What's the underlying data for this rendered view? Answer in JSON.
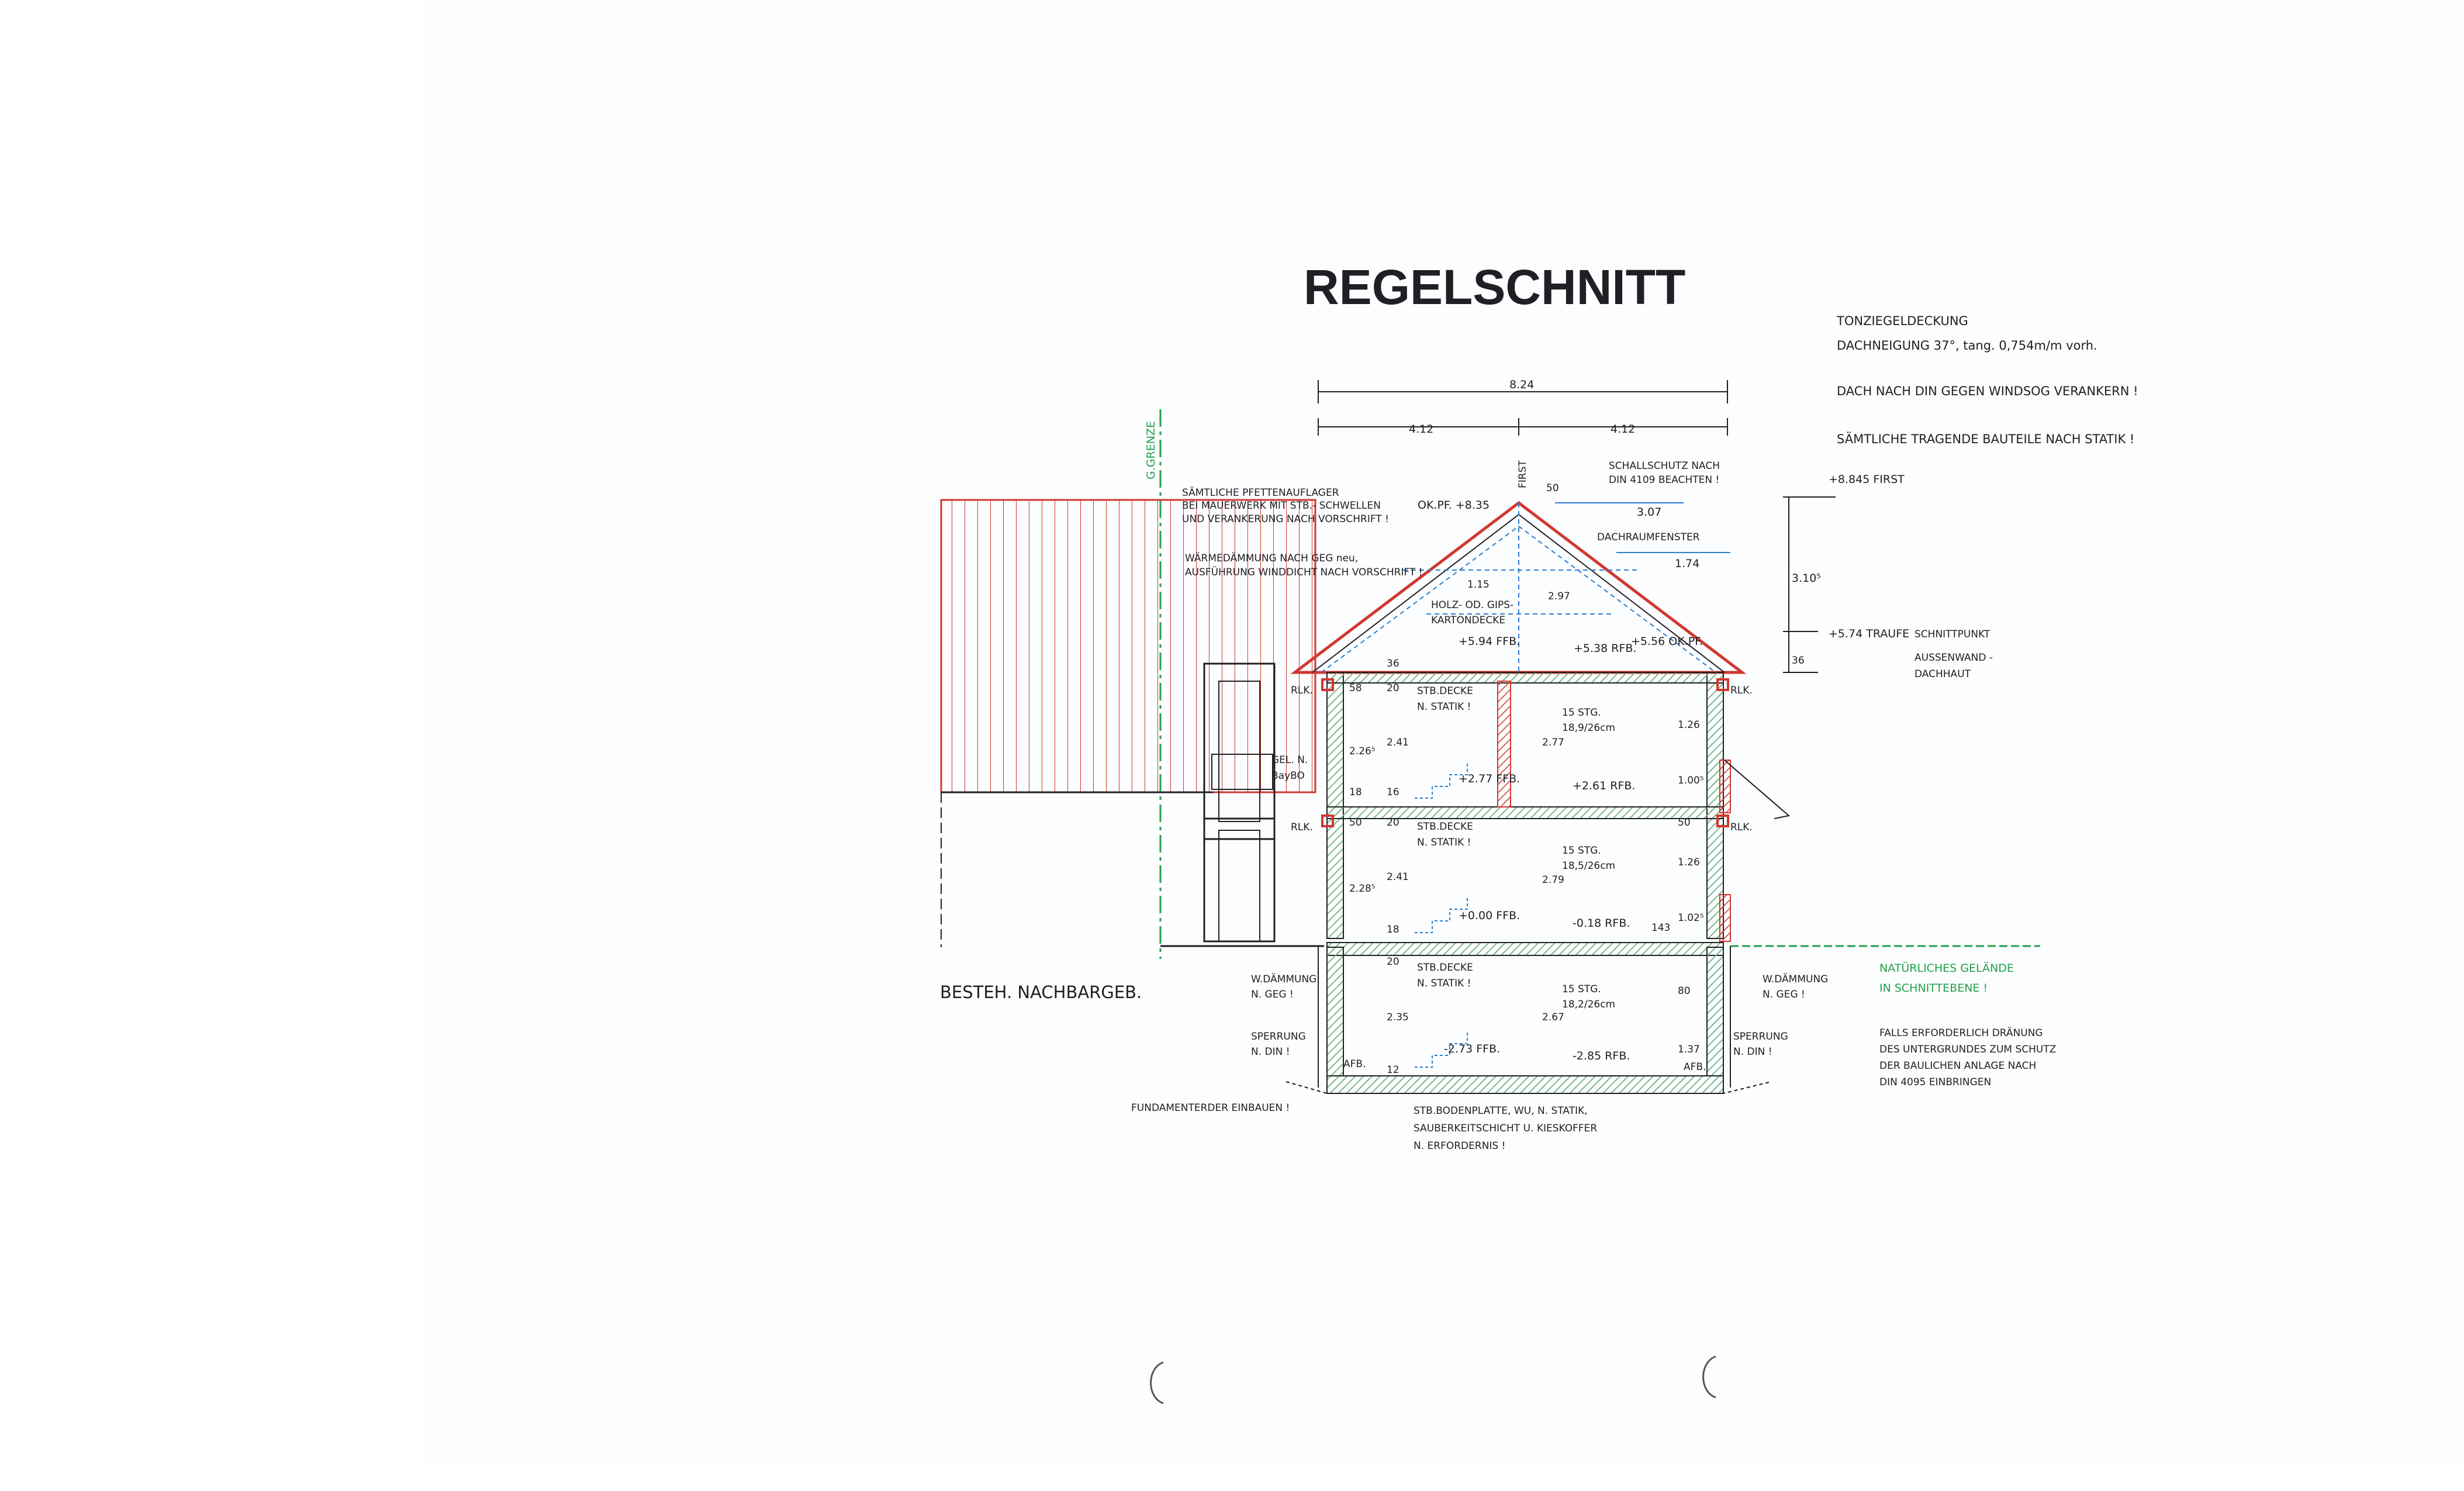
{
  "title": "REGELSCHNITT",
  "roof_notes": {
    "deckung": "TONZIEGELDECKUNG",
    "neigung": "DACHNEIGUNG  37°, tang. 0,754m/m vorh.",
    "windsog": "DACH NACH DIN GEGEN WINDSOG VERANKERN !",
    "statik": "SÄMTLICHE TRAGENDE BAUTEILE NACH STATIK !"
  },
  "dims": {
    "total": "8.24",
    "half_left": "4.12",
    "half_right": "4.12",
    "first_50": "50",
    "dachfenster_1": "3.07",
    "dachfenster_2": "1.74",
    "right_310": "3.10⁵",
    "right_36": "36",
    "floor2_58": "58",
    "floor2_226": "2.26⁵",
    "floor2_241": "2.41",
    "floor2_18": "18",
    "floor2_20": "20",
    "floor2_16": "16",
    "floor2_277": "2.77",
    "floor2_126": "1.26",
    "floor2_100": "1.00⁵",
    "floor1_50": "50",
    "floor1_20": "20",
    "floor1_228": "2.28⁵",
    "floor1_241": "2.41",
    "floor1_18": "18",
    "floor1_279": "2.79",
    "floor1_126": "1.26",
    "floor1_102": "1.02⁵",
    "floor1_50r": "50",
    "attic_297": "2.97",
    "attic_115": "1.15",
    "keller_20": "20",
    "keller_235": "2.35",
    "keller_267": "2.67",
    "keller_12": "12",
    "keller_80": "80",
    "keller_137": "1.37",
    "keller_143": "143",
    "roof_36": "36"
  },
  "labels": {
    "g_grenze": "G.GRENZE",
    "first": "FIRST",
    "ok_pf_top": "OK.PF. +8.35",
    "pfetten_1": "SÄMTLICHE PFETTENAUFLAGER",
    "pfetten_2": "BEI MAUERWERK MIT STB.- SCHWELLEN",
    "pfetten_3": "UND VERANKERUNG NACH VORSCHRIFT !",
    "waerme_1": "WÄRMEDÄMMUNG NACH GEG neu,",
    "waerme_2": "AUSFÜHRUNG WINDDICHT NACH VORSCHRIFT !",
    "schall_1": "SCHALLSCHUTZ NACH",
    "schall_2": "DIN 4109 BEACHTEN !",
    "dachraumfenster": "DACHRAUMFENSTER",
    "first_level": "+8.845 FIRST",
    "traufe": "+5.74  TRAUFE",
    "schnitt_1": "SCHNITTPUNKT",
    "schnitt_2": "AUSSENWAND -",
    "schnitt_3": "DACHHAUT",
    "holz_1": "HOLZ- OD. GIPS-",
    "holz_2": "KARTONDECKE",
    "ffb_594": "+5.94 FFB.",
    "rfb_538": "+5.38 RFB.",
    "okpf_556": "+5.56 OK.PF.",
    "rlk": "RLK.",
    "stbdecke": "STB.DECKE",
    "nstatik": "N. STATIK !",
    "stg_1": "15 STG.",
    "stg_1b": "18,9/26cm",
    "stg_2": "15 STG.",
    "stg_2b": "18,5/26cm",
    "stg_3": "15 STG.",
    "stg_3b": "18,2/26cm",
    "ffb_277": "+2.77 FFB.",
    "rfb_261": "+2.61 RFB.",
    "ffb_000": "+0.00 FFB.",
    "rfb_018": "-0.18 RFB.",
    "ffb_273": "-2.73 FFB.",
    "rfb_285": "-2.85 RFB.",
    "gel_1": "GEL. N.",
    "gel_2": "BayBO",
    "besteh": "BESTEH. NACHBARGEB.",
    "wdaemmung_1": "W.DÄMMUNG",
    "wdaemmung_2": "N. GEG !",
    "sperrung_1": "SPERRUNG",
    "sperrung_2": "N. DIN !",
    "afb": "AFB.",
    "fundament": "FUNDAMENTERDER EINBAUEN !",
    "boden_1": "STB.BODENPLATTE, WU, N. STATIK,",
    "boden_2": "SAUBERKEITSCHICHT U. KIESKOFFER",
    "boden_3": "N. ERFORDERNIS !",
    "gelaende_1": "NATÜRLICHES GELÄNDE",
    "gelaende_2": "IN SCHNITTEBENE !",
    "draen_1": "FALLS ERFORDERLICH DRÄNUNG",
    "draen_2": "DES UNTERGRUNDES ZUM SCHUTZ",
    "draen_3": "DER BAULICHEN ANLAGE NACH",
    "draen_4": "DIN 4095 EINBRINGEN"
  },
  "colors": {
    "line": "#1f1f24",
    "red": "#d2372e",
    "green": "#23a04a",
    "blue": "#2d7fd0",
    "hatch_green": "#7cb88a"
  }
}
